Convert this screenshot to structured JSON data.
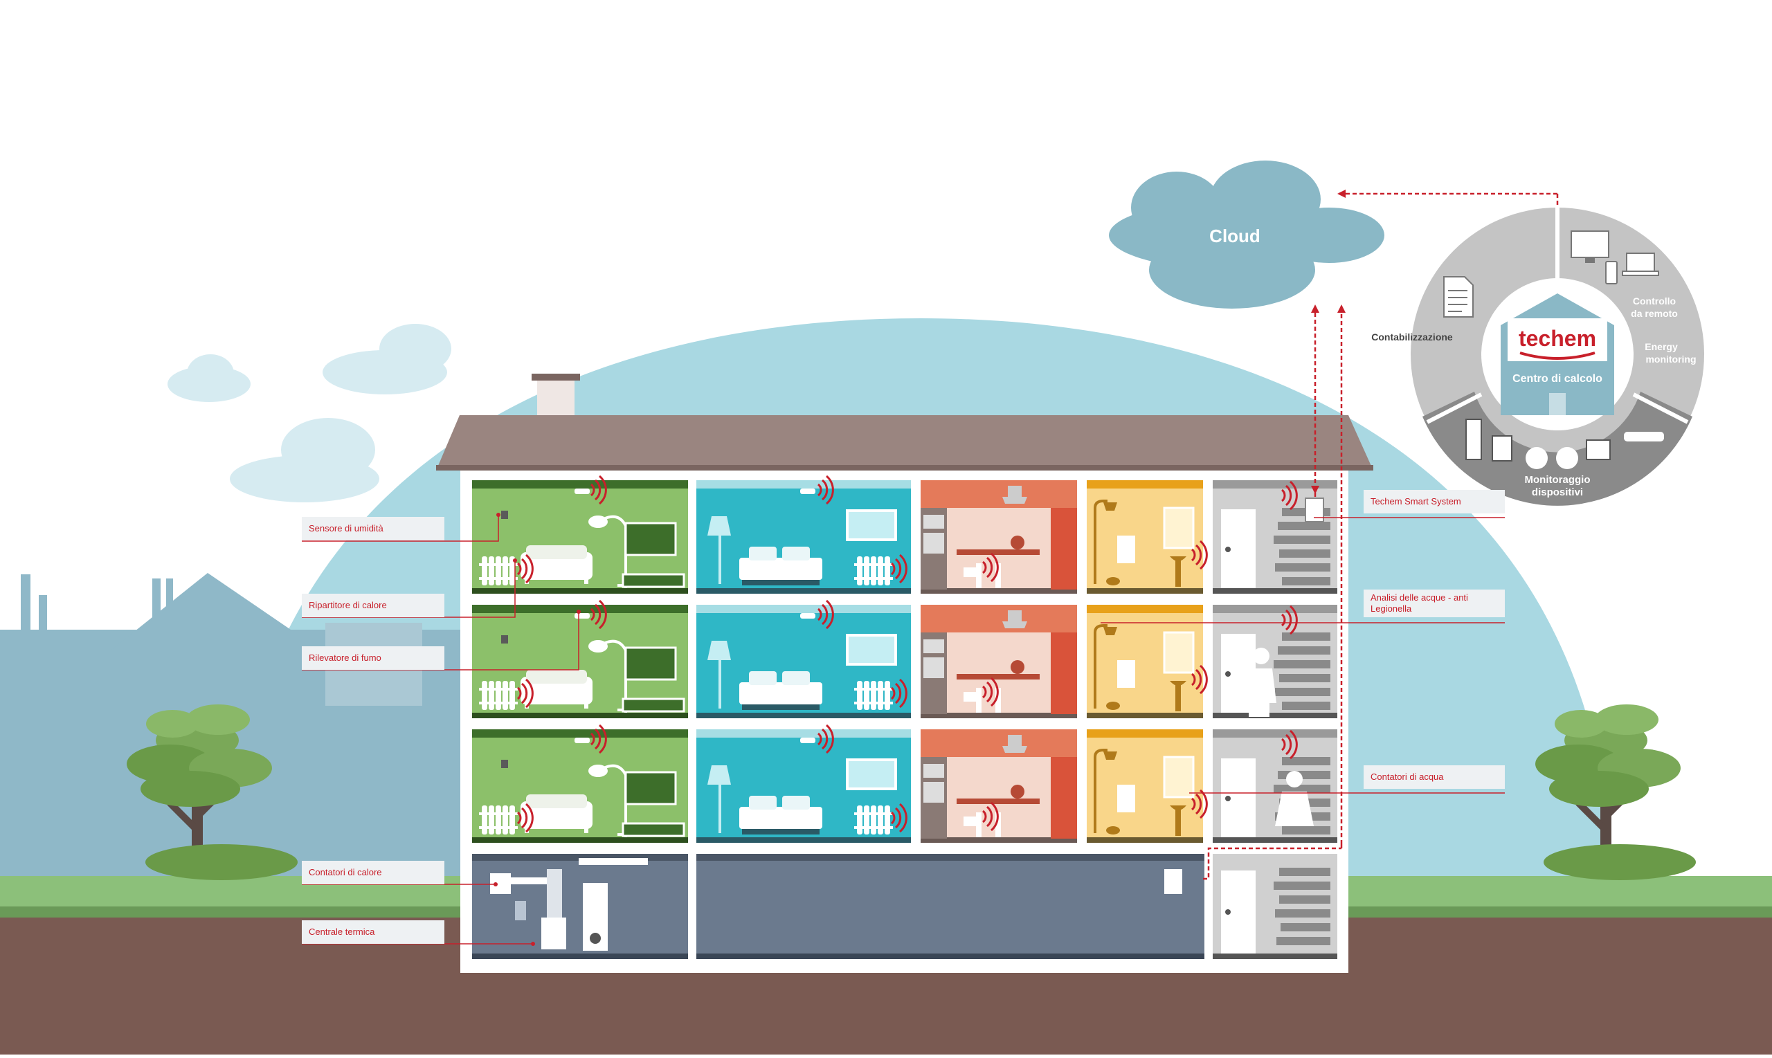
{
  "cloud": {
    "label": "Cloud"
  },
  "ring": {
    "brand": "techem",
    "center_label": "Centro di calcolo",
    "segments": {
      "contabilizzazione": "Contabilizzazione",
      "controllo": [
        "Controllo",
        "da remoto"
      ],
      "energy": [
        "Energy",
        "monitoring"
      ],
      "monitoraggio": [
        "Monitoraggio",
        "dispositivi"
      ]
    }
  },
  "labels_left": {
    "sensore_umidita": "Sensore di umidità",
    "ripartitore_calore": "Ripartitore di calore",
    "rilevatore_fumo": "Rilevatore di fumo",
    "contatori_calore": "Contatori di calore",
    "centrale_termica": "Centrale termica"
  },
  "labels_right": {
    "smart_system": "Techem Smart System",
    "analisi_acque": [
      "Analisi delle acque - anti",
      "Legionella"
    ],
    "contatori_acqua": "Contatori di acqua"
  },
  "colors": {
    "accent_red": "#c8202b",
    "sky": "#a9d8e2",
    "roof": "#9a8580",
    "ground": "#7a5a52",
    "grass": "#8cc07a",
    "living_room": "#8cc06a",
    "bedroom": "#2fb7c6",
    "kitchen": "#e47a5a",
    "bathroom": "#f7c860",
    "stairwell": "#d0d0d0",
    "basement": "#6b7a8e",
    "ring_gray": "#c4c4c4",
    "ring_dark": "#8a8a8a"
  },
  "icons": [
    "cloud-icon",
    "document-icon",
    "monitor-icon",
    "phone-icon",
    "laptop-icon",
    "meter-icon",
    "smoke-detector-icon",
    "radiator-icon",
    "wifi-signal-icon",
    "shower-icon",
    "sofa-icon",
    "bed-icon",
    "floor-lamp-icon",
    "tv-icon",
    "boiler-icon",
    "person-icon",
    "door-icon",
    "tree-icon"
  ]
}
